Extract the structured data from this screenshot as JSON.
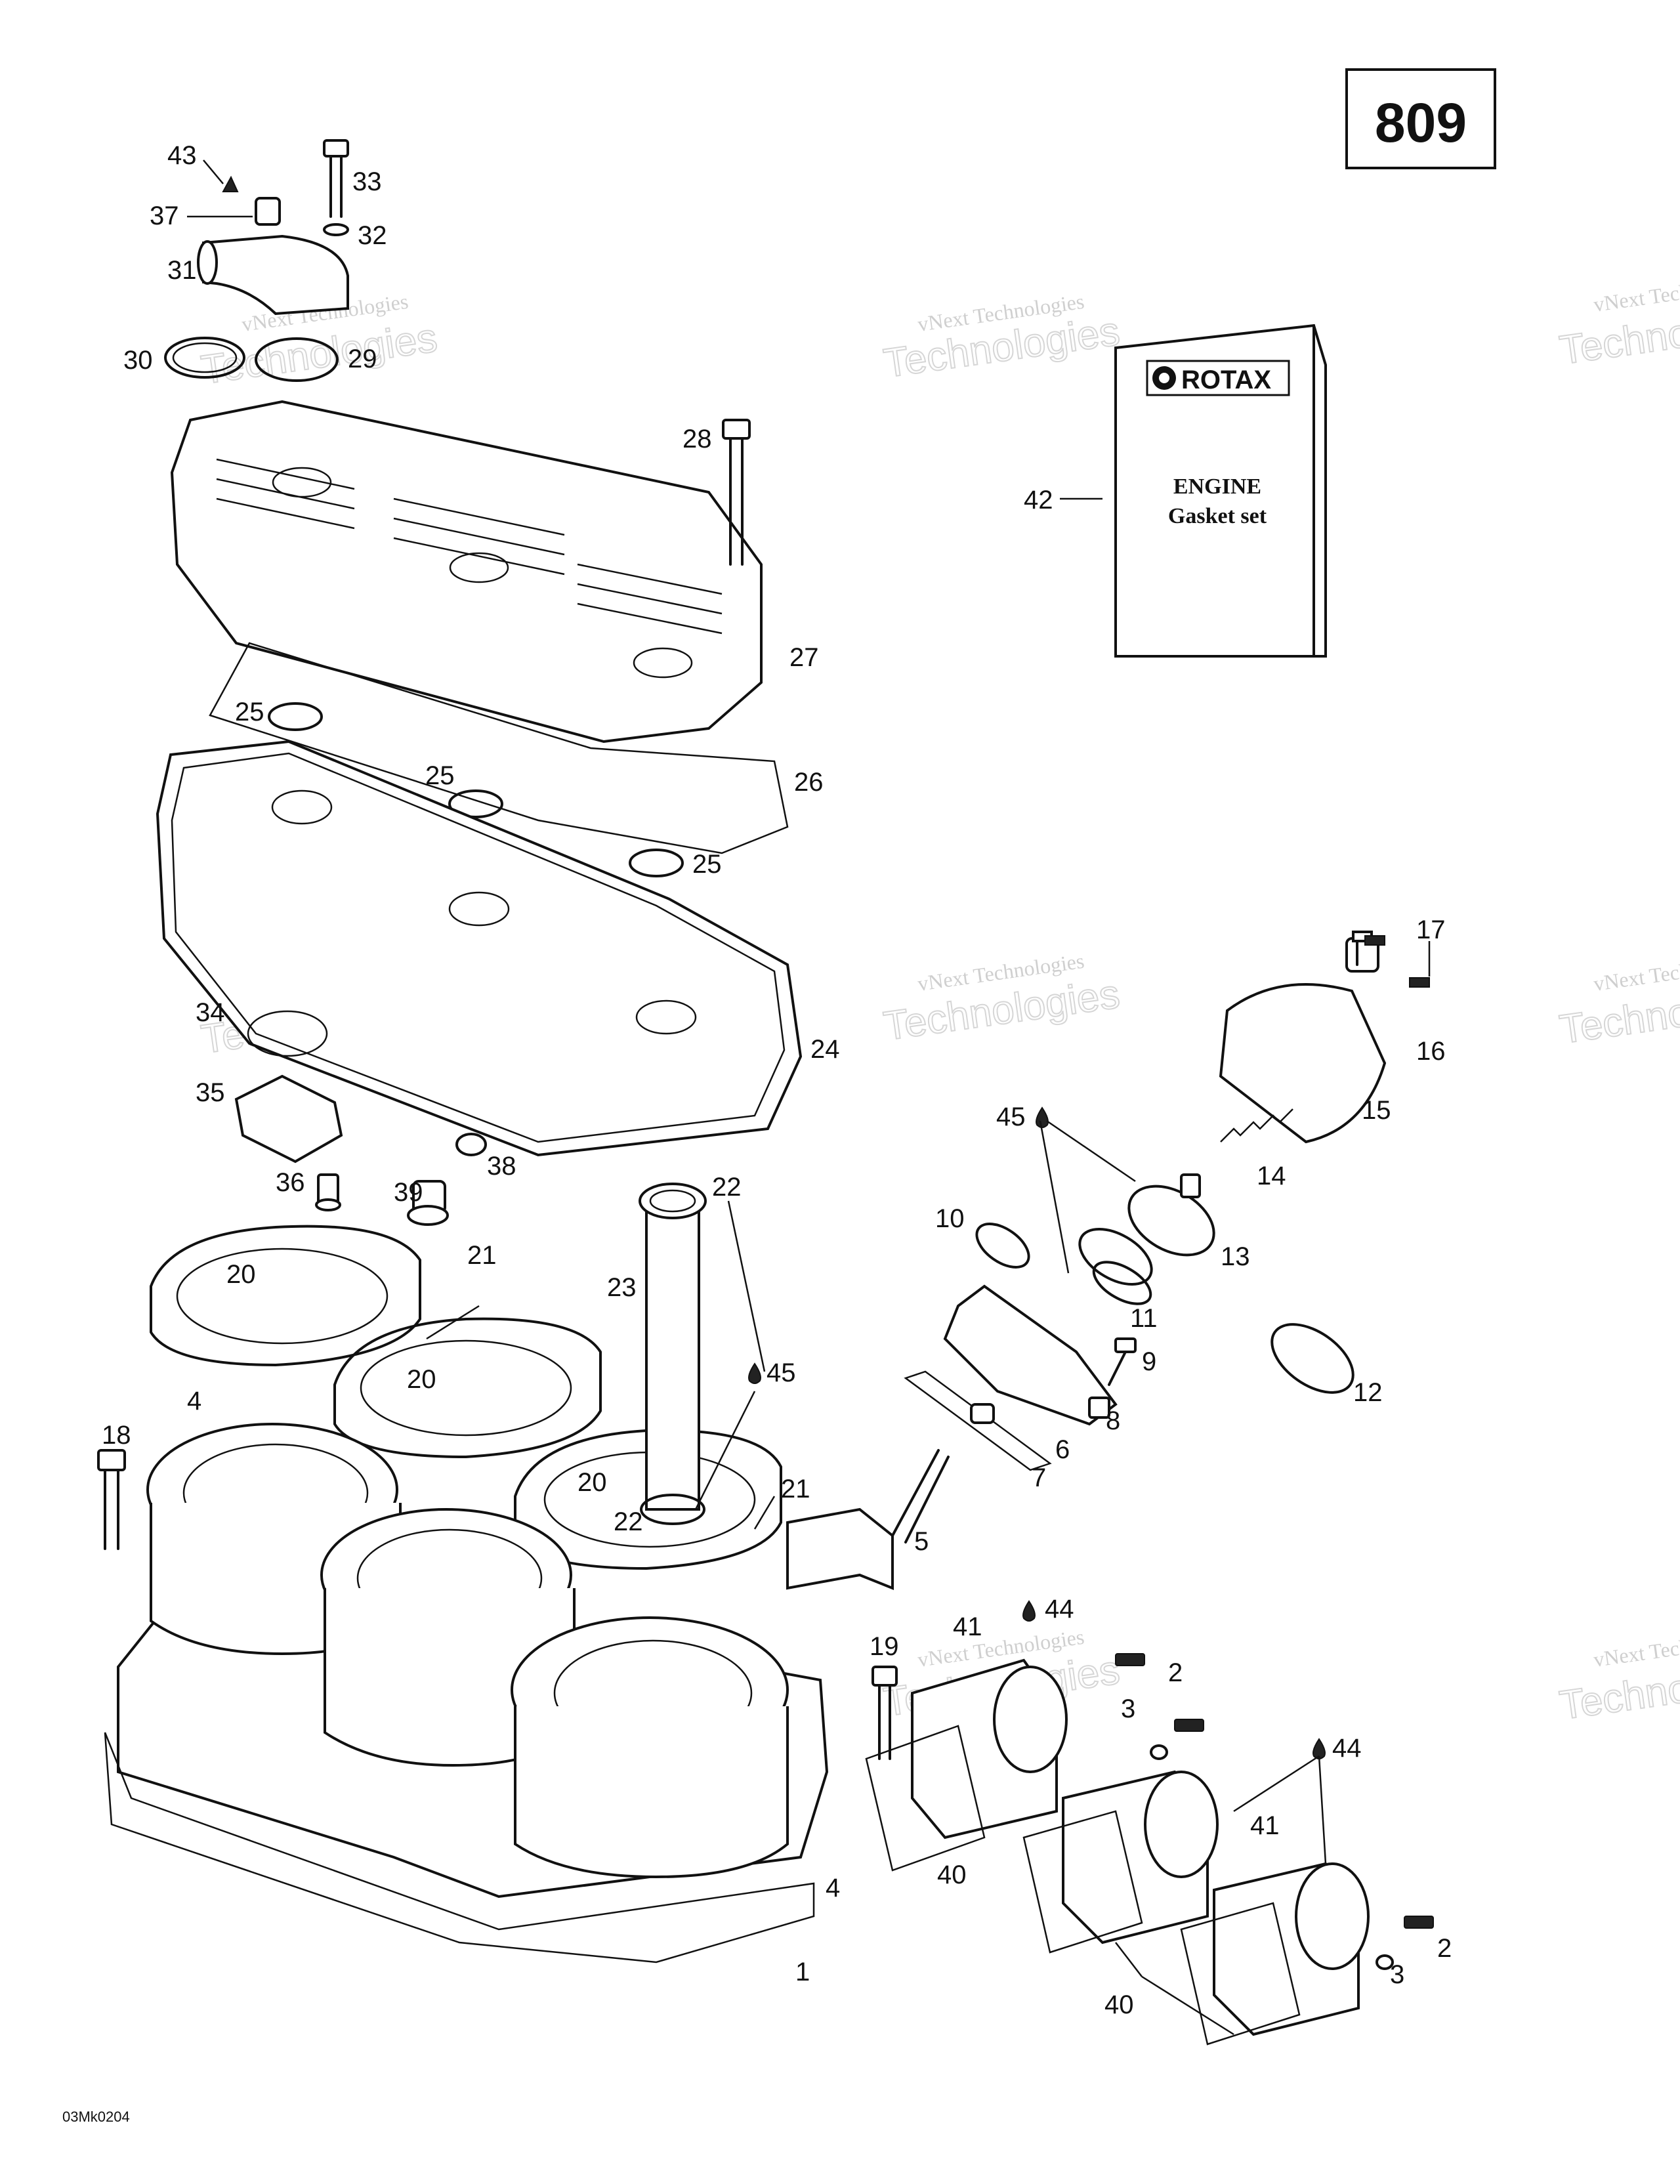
{
  "page_number": "809",
  "document_code": "03Mk0204",
  "watermark": {
    "line1": "vNext Technologies",
    "line2": "Technologies"
  },
  "gasket_kit": {
    "brand": "ROTAX",
    "line1": "ENGINE",
    "line2": "Gasket set"
  },
  "callouts": [
    {
      "id": "c43",
      "label": "43"
    },
    {
      "id": "c33",
      "label": "33"
    },
    {
      "id": "c37",
      "label": "37"
    },
    {
      "id": "c32",
      "label": "32"
    },
    {
      "id": "c31",
      "label": "31"
    },
    {
      "id": "c30",
      "label": "30"
    },
    {
      "id": "c29",
      "label": "29"
    },
    {
      "id": "c28",
      "label": "28"
    },
    {
      "id": "c42",
      "label": "42"
    },
    {
      "id": "c27",
      "label": "27"
    },
    {
      "id": "c25a",
      "label": "25"
    },
    {
      "id": "c25b",
      "label": "25"
    },
    {
      "id": "c26",
      "label": "26"
    },
    {
      "id": "c25c",
      "label": "25"
    },
    {
      "id": "c17",
      "label": "17"
    },
    {
      "id": "c16",
      "label": "16"
    },
    {
      "id": "c34",
      "label": "34"
    },
    {
      "id": "c24",
      "label": "24"
    },
    {
      "id": "c35",
      "label": "35"
    },
    {
      "id": "c15",
      "label": "15"
    },
    {
      "id": "c45a",
      "label": "45"
    },
    {
      "id": "c14",
      "label": "14"
    },
    {
      "id": "c36",
      "label": "36"
    },
    {
      "id": "c38",
      "label": "38"
    },
    {
      "id": "c39",
      "label": "39"
    },
    {
      "id": "c22a",
      "label": "22"
    },
    {
      "id": "c10",
      "label": "10"
    },
    {
      "id": "c13",
      "label": "13"
    },
    {
      "id": "c21a",
      "label": "21"
    },
    {
      "id": "c20a",
      "label": "20"
    },
    {
      "id": "c23",
      "label": "23"
    },
    {
      "id": "c11",
      "label": "11"
    },
    {
      "id": "c9",
      "label": "9"
    },
    {
      "id": "c12",
      "label": "12"
    },
    {
      "id": "c20b",
      "label": "20"
    },
    {
      "id": "c45b",
      "label": "45"
    },
    {
      "id": "c4a",
      "label": "4"
    },
    {
      "id": "c8",
      "label": "8"
    },
    {
      "id": "c18",
      "label": "18"
    },
    {
      "id": "c6",
      "label": "6"
    },
    {
      "id": "c7",
      "label": "7"
    },
    {
      "id": "c20c",
      "label": "20"
    },
    {
      "id": "c21b",
      "label": "21"
    },
    {
      "id": "c22b",
      "label": "22"
    },
    {
      "id": "c5",
      "label": "5"
    },
    {
      "id": "c44a",
      "label": "44"
    },
    {
      "id": "c41a",
      "label": "41"
    },
    {
      "id": "c19",
      "label": "19"
    },
    {
      "id": "c2a",
      "label": "2"
    },
    {
      "id": "c3a",
      "label": "3"
    },
    {
      "id": "c44b",
      "label": "44"
    },
    {
      "id": "c41b",
      "label": "41"
    },
    {
      "id": "c40a",
      "label": "40"
    },
    {
      "id": "c4b",
      "label": "4"
    },
    {
      "id": "c2b",
      "label": "2"
    },
    {
      "id": "c3b",
      "label": "3"
    },
    {
      "id": "c1",
      "label": "1"
    },
    {
      "id": "c40b",
      "label": "40"
    }
  ]
}
